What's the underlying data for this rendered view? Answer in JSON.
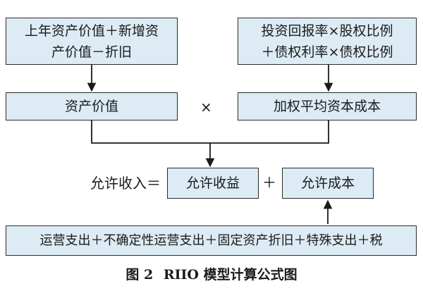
{
  "boxes": {
    "last_year_value": [
      "上年资产价值＋新增资",
      "产价值－折旧"
    ],
    "rate_formula": [
      "投资回报率×股权比例",
      "＋债权利率×债权比例"
    ],
    "asset_value": "资产价值",
    "wacc": "加权平均资本成本",
    "allowed_return": "允许收益",
    "allowed_cost": "允许成本",
    "cost_components": "运营支出＋不确定性运营支出＋固定资产折旧＋特殊支出＋税"
  },
  "operators": {
    "multiply": "×",
    "plus": "＋"
  },
  "revenue_label": "允许收入＝",
  "caption": {
    "figure_no": "图 2",
    "title": "RIIO 模型计算公式图"
  }
}
